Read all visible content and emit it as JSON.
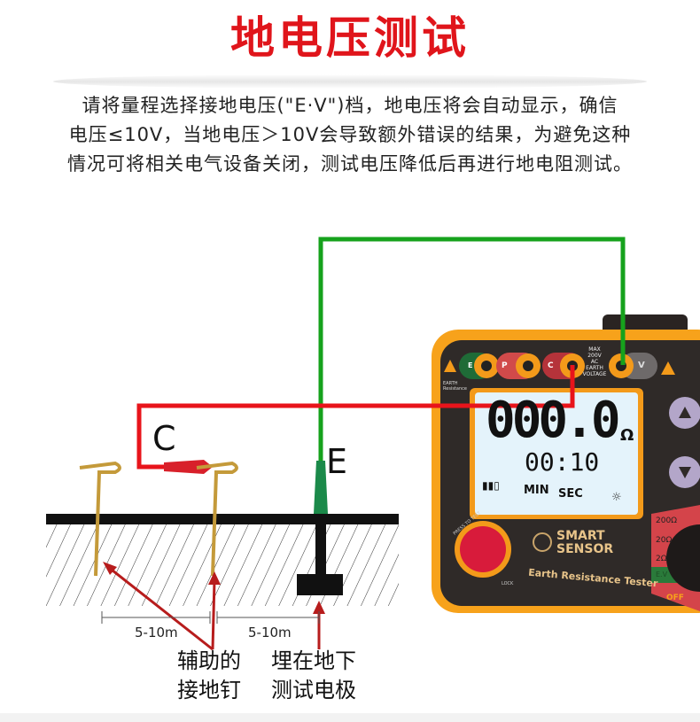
{
  "title": "地电压测试",
  "paragraph": [
    "请将量程选择接地电压(\"E·V\")档，地电压将会自动显示，确信",
    "电压≤10V，当地电压＞10V会导致额外错误的结果，为避免这种",
    "情况可将相关电气设备关闭，测试电压降低后再进行地电阻测试。"
  ],
  "diagram": {
    "label_c": "C",
    "label_e": "E",
    "distance_1": "5-10m",
    "distance_2": "5-10m",
    "aux_stake_label": [
      "辅助的",
      "接地钉"
    ],
    "buried_electrode_label": [
      "埋在地下",
      "测试电极"
    ],
    "wire_colors": {
      "c": "#e8141b",
      "e": "#16a21c"
    }
  },
  "device": {
    "terminals": [
      "E",
      "P",
      "C",
      "V"
    ],
    "terminal_note": [
      "MAX",
      "200V",
      "AC",
      "EARTH",
      "VOLTAGE"
    ],
    "earth_resistance_note": [
      "EARTH",
      "Resistance"
    ],
    "display_main": "000.0",
    "display_unit": "Ω",
    "display_time": "00:10",
    "display_min": "MIN",
    "display_sec": "SEC",
    "brand": [
      "SMART",
      "SENSOR"
    ],
    "model_label": "Earth Resistance Tester",
    "test_button_label": "PRESS TO TEST",
    "lock_label": "LOCK",
    "ranges": [
      "200Ω",
      "20Ω",
      "2Ω",
      "E.V",
      "OFF"
    ],
    "colors": {
      "body": "#f7a21b",
      "face": "#2f2a28",
      "display": "#e4f3fb"
    }
  }
}
